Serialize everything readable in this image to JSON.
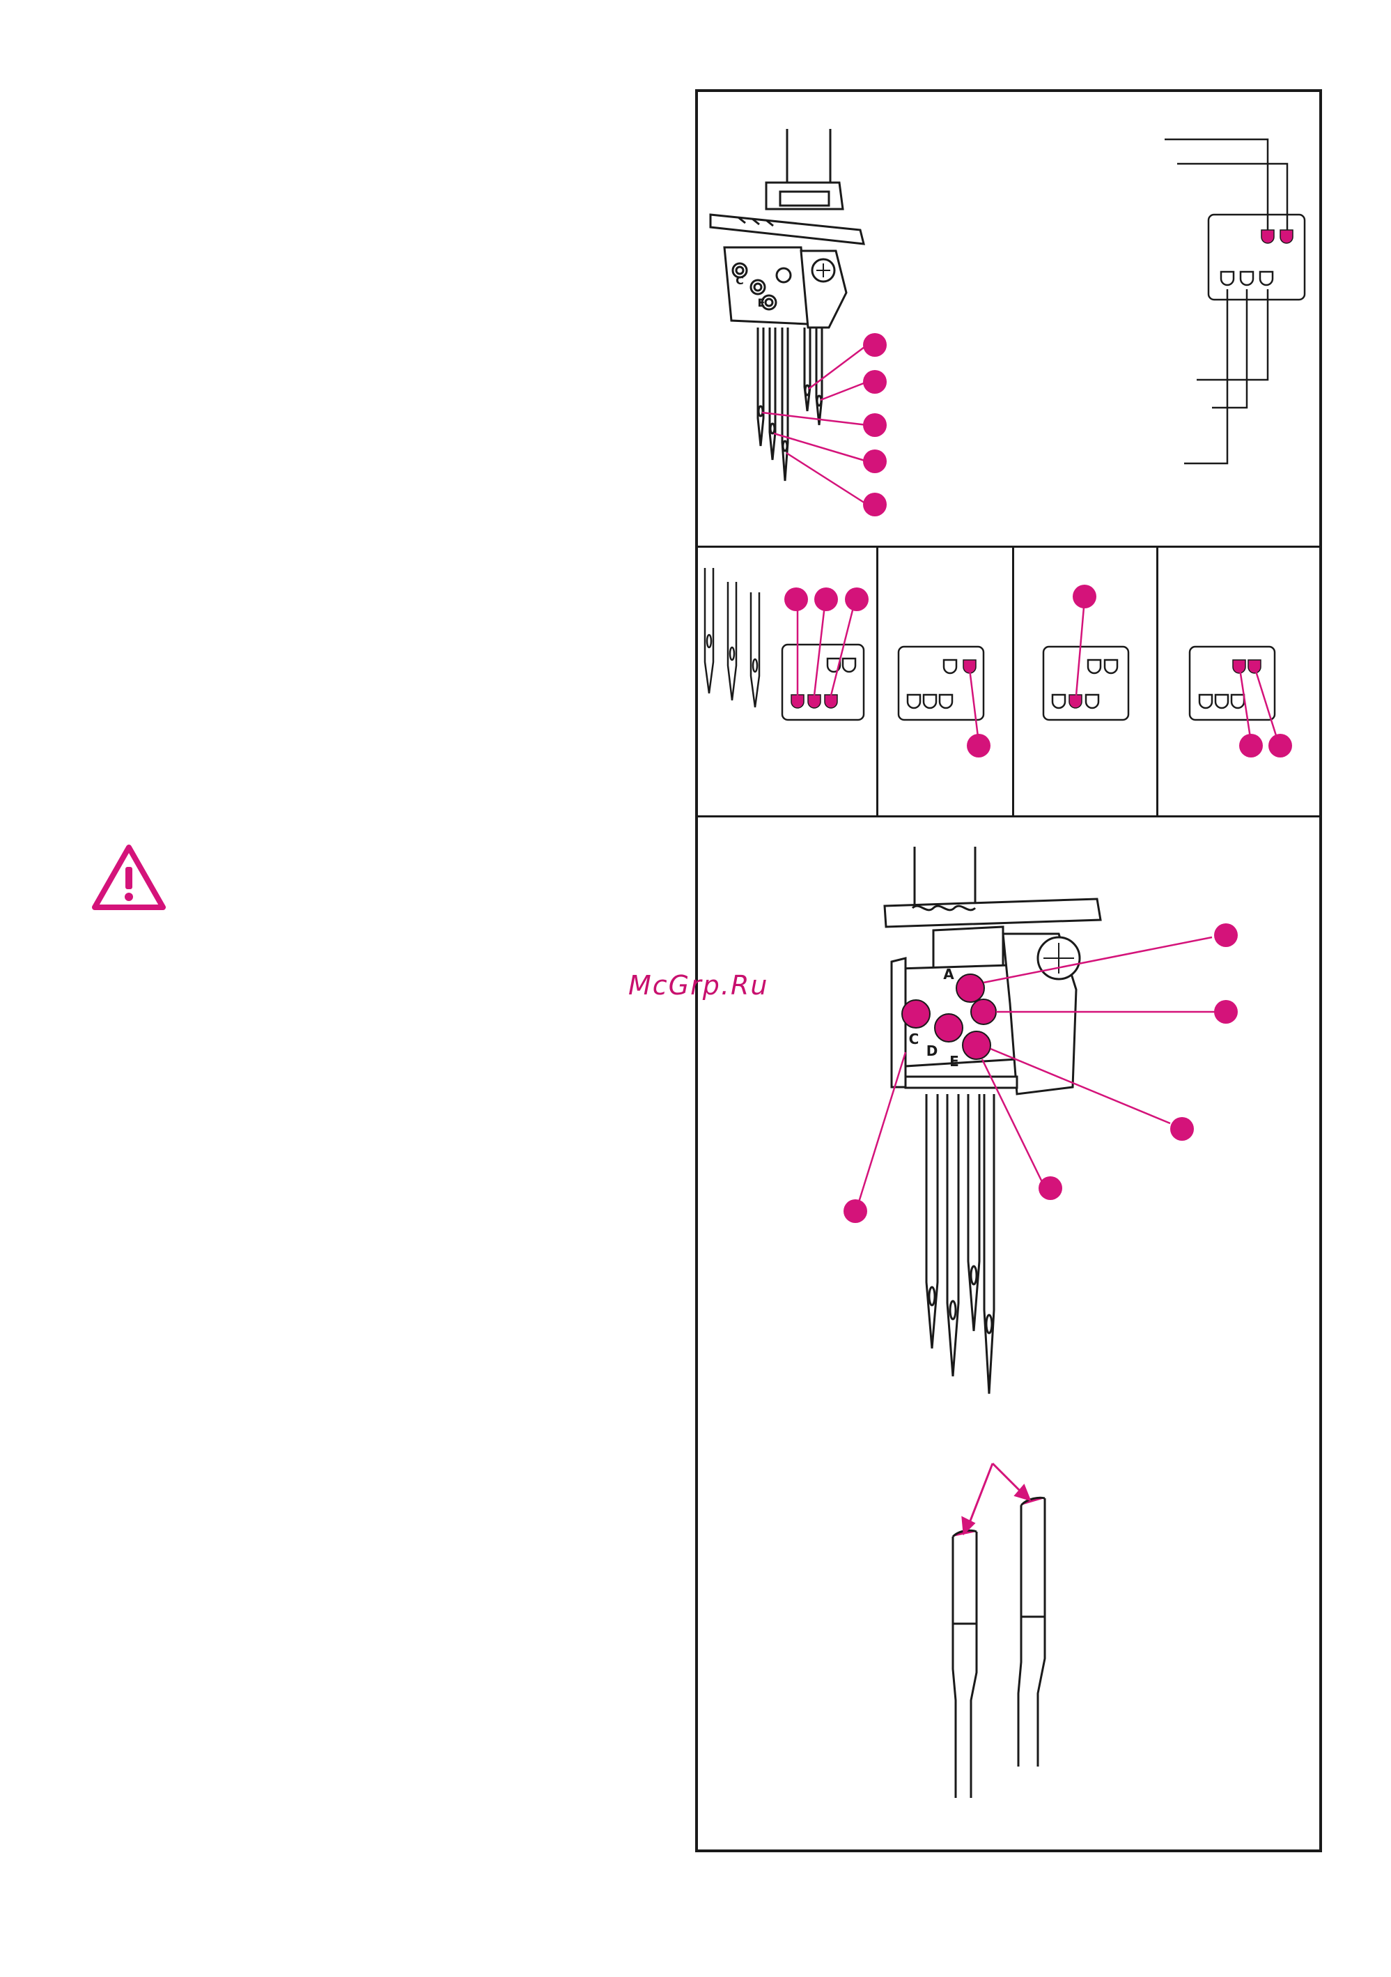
{
  "watermark": {
    "text": "McGrp.Ru"
  },
  "presser_labels": {
    "top": {
      "c": "C",
      "e": "E"
    },
    "bottom": {
      "a": "A",
      "c": "C",
      "d": "D",
      "e": "E"
    }
  },
  "colors": {
    "accent": "#d4137a",
    "line": "#1a1a1a"
  },
  "icons": {
    "warning": "warning-triangle-icon"
  }
}
